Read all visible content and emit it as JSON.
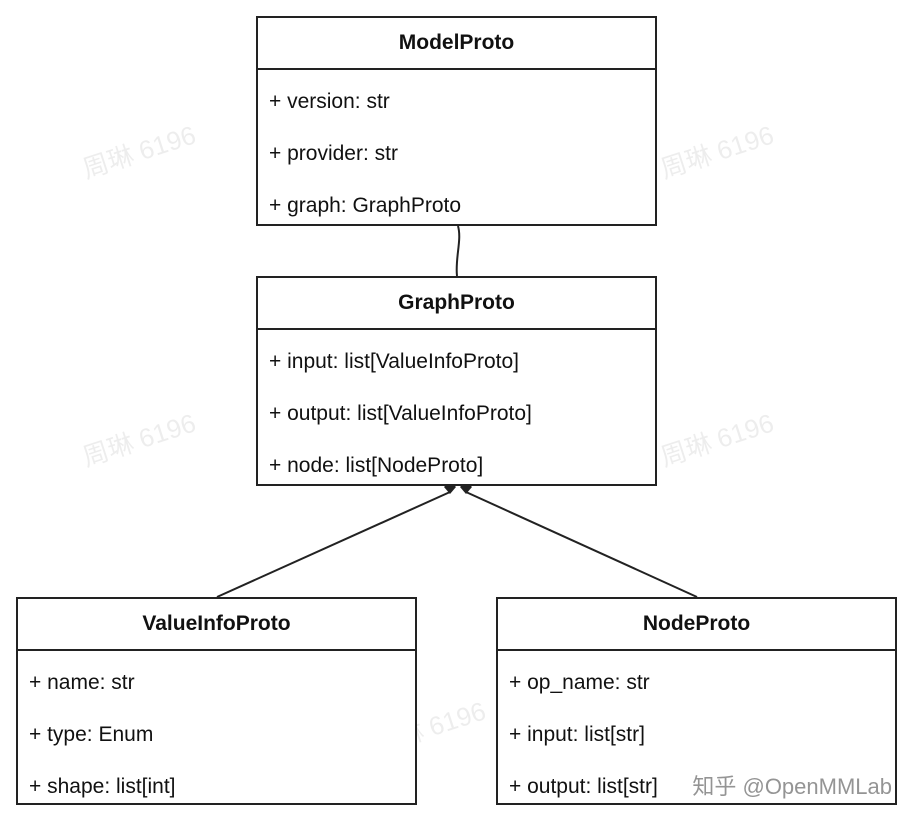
{
  "classes": {
    "model": {
      "name": "ModelProto",
      "attributes": [
        "+ version: str",
        "+ provider: str",
        "+ graph: GraphProto"
      ]
    },
    "graph": {
      "name": "GraphProto",
      "attributes": [
        "+ input: list[ValueInfoProto]",
        "+ output: list[ValueInfoProto]",
        "+ node: list[NodeProto]"
      ]
    },
    "valueinfo": {
      "name": "ValueInfoProto",
      "attributes": [
        "+ name: str",
        "+ type: Enum",
        "+ shape: list[int]"
      ]
    },
    "node": {
      "name": "NodeProto",
      "attributes": [
        "+ op_name: str",
        "+ input: list[str]",
        "+ output: list[str]"
      ]
    }
  },
  "watermark": {
    "text": "周琳 6196"
  },
  "credit": "知乎 @OpenMMLab"
}
